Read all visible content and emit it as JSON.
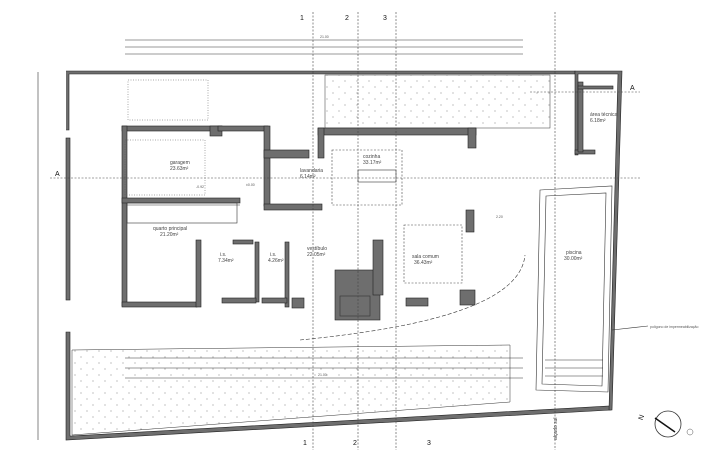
{
  "rooms": [
    {
      "name": "garagem",
      "area": "23.63m²"
    },
    {
      "name": "lavandaria",
      "area": "6.14m²"
    },
    {
      "name": "cozinha",
      "area": "33.17m²"
    },
    {
      "name": "quarto principal",
      "area": "21.20m²"
    },
    {
      "name": "i.s.",
      "area": "7.34m²"
    },
    {
      "name": "i.s.",
      "area": "4.26m²"
    },
    {
      "name": "vestíbulo",
      "area": "22.05m²"
    },
    {
      "name": "sala comum",
      "area": "36.43m²"
    },
    {
      "name": "área técnica",
      "area": "6.18m²"
    },
    {
      "name": "piscina",
      "area": "30.00m²"
    }
  ],
  "annotations": {
    "impermeabilization": "polígono de impermeabilização",
    "elevation": "alçado sul",
    "section_a": "A",
    "north": "N",
    "sections": [
      "1",
      "2",
      "3"
    ]
  },
  "dimensions": {
    "top_total": "21.00",
    "bottom_total": "21.00",
    "pool_width": "2.20"
  },
  "levels": {
    "garage": "-0.92",
    "entry": "±0.00"
  }
}
